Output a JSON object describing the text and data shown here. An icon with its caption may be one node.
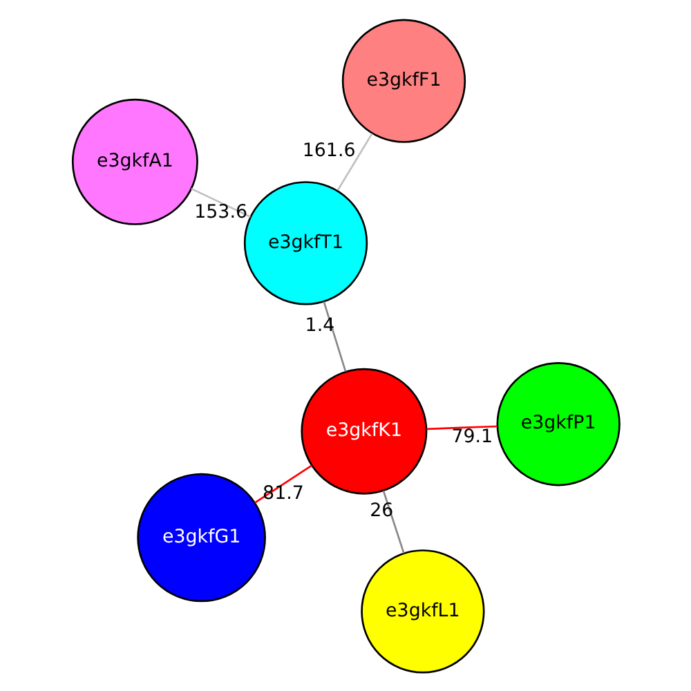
{
  "diagram": {
    "nodes": [
      {
        "text": [
          "e3gkfT1"
        ]
      },
      {
        "text": [
          "e3gkfK1"
        ]
      },
      {
        "text": [
          "e3gkfL1"
        ]
      },
      {
        "text": [
          "e3gkfA1"
        ]
      },
      {
        "text": [
          "e3gkfF1"
        ]
      },
      {
        "text": [
          "e3gkfP1"
        ]
      },
      {
        "text": [
          "e3gkfG1"
        ]
      }
    ],
    "edges": [
      {
        "from": 0,
        "to": 3,
        "arrow": "none",
        "label": "153.6",
        "color": "#c0c0c0"
      },
      {
        "from": 0,
        "to": 4,
        "arrow": "none",
        "label": "161.6",
        "color": "#c0c0c0"
      },
      {
        "from": 0,
        "to": 1,
        "arrow": "none",
        "label": "1.4"
      },
      {
        "from": 1,
        "to": 2,
        "arrow": "none",
        "label": "26"
      },
      {
        "from": 1,
        "to": 5,
        "arrow": "none",
        "label": "79.1",
        "color": "#ff0000"
      },
      {
        "from": 1,
        "to": 6,
        "arrow": "none",
        "label": "81.7",
        "color": "#ff0000"
      }
    ]
  }
}
